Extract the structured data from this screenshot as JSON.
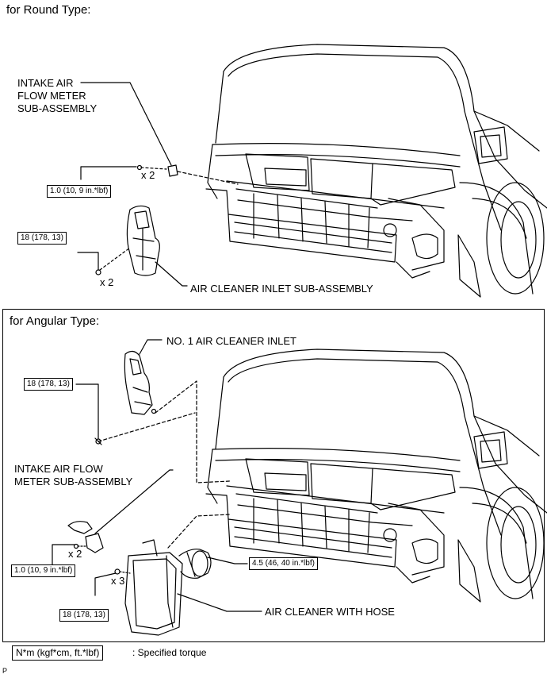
{
  "round": {
    "heading": "for Round Type:",
    "callouts": {
      "intake_meter": [
        "INTAKE AIR",
        "FLOW METER",
        "SUB-ASSEMBLY"
      ],
      "inlet": "AIR CLEANER INLET SUB-ASSEMBLY"
    },
    "torques": {
      "small": "1.0 (10, 9 in.*lbf)",
      "large": "18 (178, 13)"
    },
    "qty": {
      "small": "x 2",
      "large": "x 2"
    }
  },
  "angular": {
    "heading": "for Angular Type:",
    "callouts": {
      "no1_inlet": "NO. 1 AIR CLEANER INLET",
      "intake_meter": [
        "INTAKE AIR FLOW",
        "METER SUB-ASSEMBLY"
      ],
      "cleaner": "AIR CLEANER WITH HOSE"
    },
    "torques": {
      "inlet": "18 (178, 13)",
      "meter": "1.0 (10, 9 in.*lbf)",
      "hose": "4.5 (46, 40 in.*lbf)",
      "cleaner": "18 (178, 13)"
    },
    "qty": {
      "meter": "x 2",
      "cleaner": "x 3"
    }
  },
  "legend": {
    "box": "N*m (kgf*cm, ft.*lbf)",
    "text": ": Specified torque"
  },
  "footer": "P"
}
